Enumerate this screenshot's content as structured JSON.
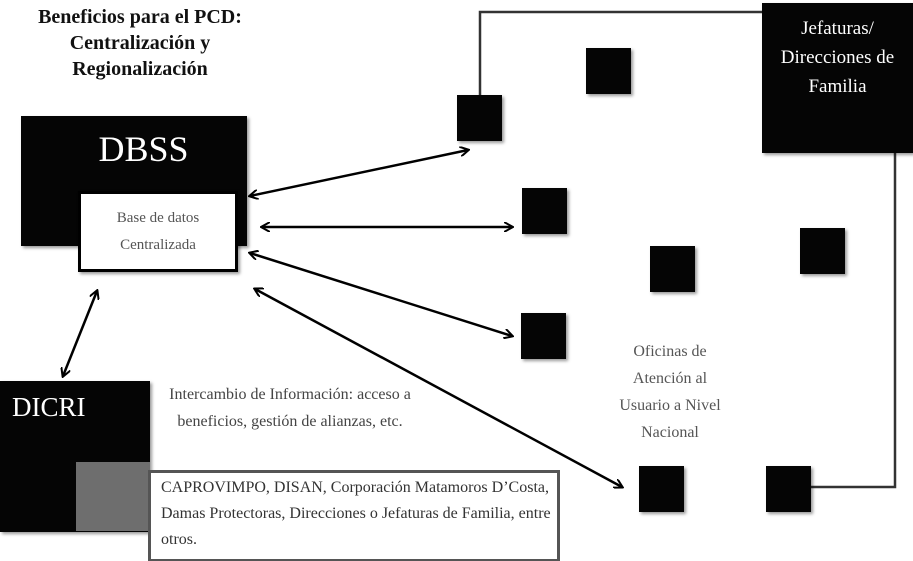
{
  "title": "Beneficios para el PCD: Centralización y Regionalización",
  "dbss": {
    "label": "DBSS",
    "database": "Base de datos Centralizada"
  },
  "dicri": {
    "label": "DICRI"
  },
  "exchange_text": "Intercambio de Información: acceso a beneficios, gestión de alianzas, etc.",
  "partners_text": "CAPROVIMPO, DISAN, Corporación Matamoros D’Costa, Damas Protectoras, Direcciones o Jefaturas de Familia, entre otros.",
  "offices_text": "Oficinas de Atención al Usuario a Nivel Nacional",
  "family_heads": "Jefaturas/ Direcciones de Familia"
}
